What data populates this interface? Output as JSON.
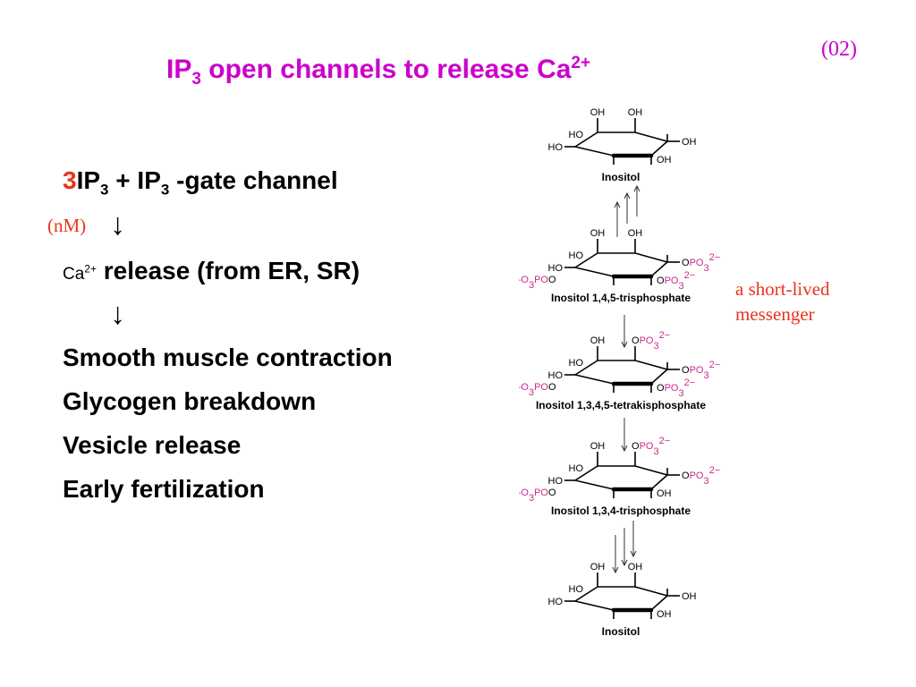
{
  "slide_number": "(02)",
  "title": {
    "prefix": "IP",
    "sub": "3",
    "middle": " open channels to release Ca",
    "sup": "2+"
  },
  "steps": {
    "line1": {
      "num": "3",
      "a": "IP",
      "a_sub": "3",
      "b": " + IP",
      "b_sub": "3",
      "c": " -gate channel"
    },
    "nm_note": "(nM)",
    "arrow": "↓",
    "line2": {
      "ca": "Ca",
      "ca_sup": "2+",
      "text": " release (from ER, SR)"
    }
  },
  "effects": [
    "Smooth muscle contraction",
    "Glycogen breakdown",
    "Vesicle release",
    "Early fertilization"
  ],
  "messenger_note": {
    "line1": "a short-lived",
    "line2": "messenger"
  },
  "pathway": {
    "compounds": [
      "Inositol",
      "Inositol 1,4,5-trisphosphate",
      "Inositol 1,3,4,5-tetrakisphosphate",
      "Inositol 1,3,4-trisphosphate",
      "Inositol"
    ],
    "groups": {
      "oh": "OH",
      "ho": "HO",
      "po3": "PO3",
      "charge": "2−",
      "o3po": "O3PO",
      "o": "O"
    }
  },
  "colors": {
    "accent": "#cc00cc",
    "highlight": "#e8351c",
    "phosphate": "#cc2a8e"
  }
}
